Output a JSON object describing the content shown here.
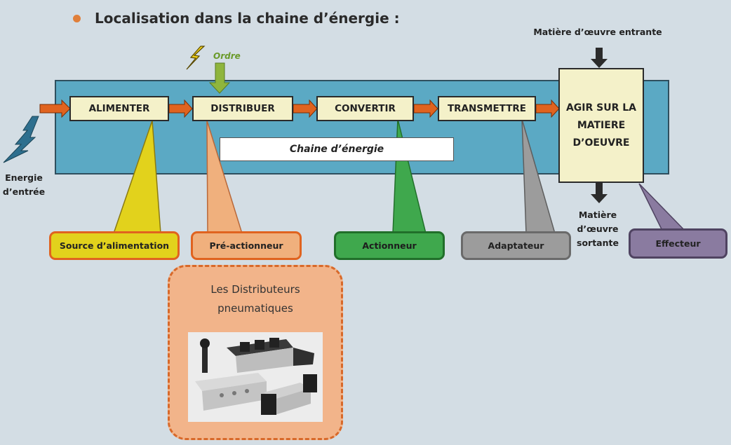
{
  "title": "Localisation dans la chaine d’énergie :",
  "order_label": "Ordre",
  "energy_in": [
    "Energie",
    "d’entrée"
  ],
  "chain_label": "Chaine d’énergie",
  "functions": {
    "alimenter": "ALIMENTER",
    "distribuer": "DISTRIBUER",
    "convertir": "CONVERTIR",
    "transmettre": "TRANSMETTRE",
    "agir": [
      "AGIR SUR LA",
      "MATIERE",
      "D’OEUVRE"
    ]
  },
  "matter_in": "Matière d’œuvre entrante",
  "matter_out": [
    "Matière",
    "d’œuvre",
    "sortante"
  ],
  "components": {
    "source": "Source d’alimentation",
    "pre_actionneur": "Pré-actionneur",
    "actionneur": "Actionneur",
    "adaptateur": "Adaptateur",
    "effecteur": "Effecteur"
  },
  "distributeurs": [
    "Les Distributeurs",
    "pneumatiques"
  ],
  "colors": {
    "background": "#d3dde4",
    "chain_band": "#5ba9c4",
    "function_box": "#f4f1c9",
    "arrow_orange": "#e0631f",
    "source": "#e2d21c",
    "pre_actionneur": "#f0b07d",
    "actionneur": "#3fa84d",
    "adaptateur": "#9c9c9c",
    "effecteur": "#8a7ba0",
    "order_arrow": "#8fb53d"
  },
  "icons": [
    "lightning-bolt-icon",
    "energy-bolt-icon",
    "pneumatic-valves-photo"
  ]
}
